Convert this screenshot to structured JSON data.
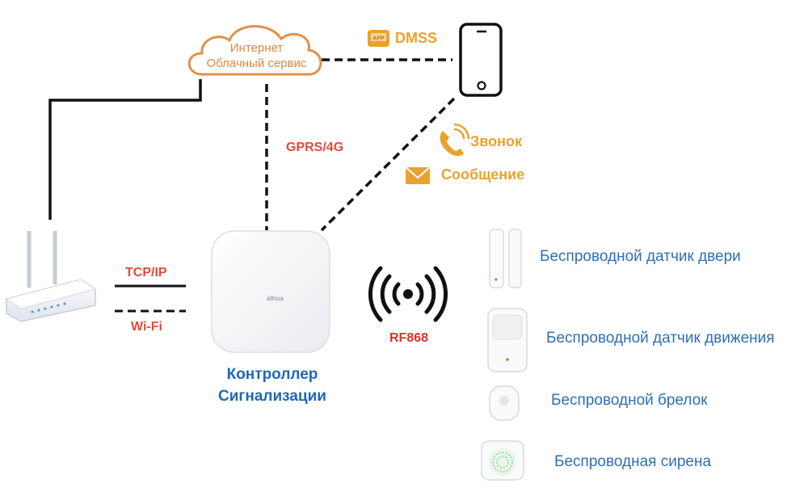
{
  "cloud": {
    "line1": "Интернет",
    "line2": "Облачный сервис"
  },
  "app": {
    "label": "DMSS",
    "badge": "APP"
  },
  "links": {
    "gprs": "GPRS/4G",
    "call": "Звонок",
    "message": "Сообщение",
    "tcp": "TCP/IP",
    "wifi": "Wi-Fi",
    "rf": "RF868"
  },
  "controller": {
    "line1": "Контроллер",
    "line2": "Сигнализации",
    "brand": "alhua"
  },
  "devices": [
    {
      "label": "Беспроводной датчик двери",
      "icon": "door-sensor-icon"
    },
    {
      "label": "Беспроводной датчик движения",
      "icon": "motion-sensor-icon"
    },
    {
      "label": "Беспроводной брелок",
      "icon": "keyfob-icon"
    },
    {
      "label": "Беспроводная сирена",
      "icon": "siren-icon"
    }
  ],
  "colors": {
    "orange": "#e8a32e",
    "red": "#e34a3b",
    "blue": "#2e6fb4",
    "cloud_stroke": "#e0914a",
    "line": "#111111"
  }
}
